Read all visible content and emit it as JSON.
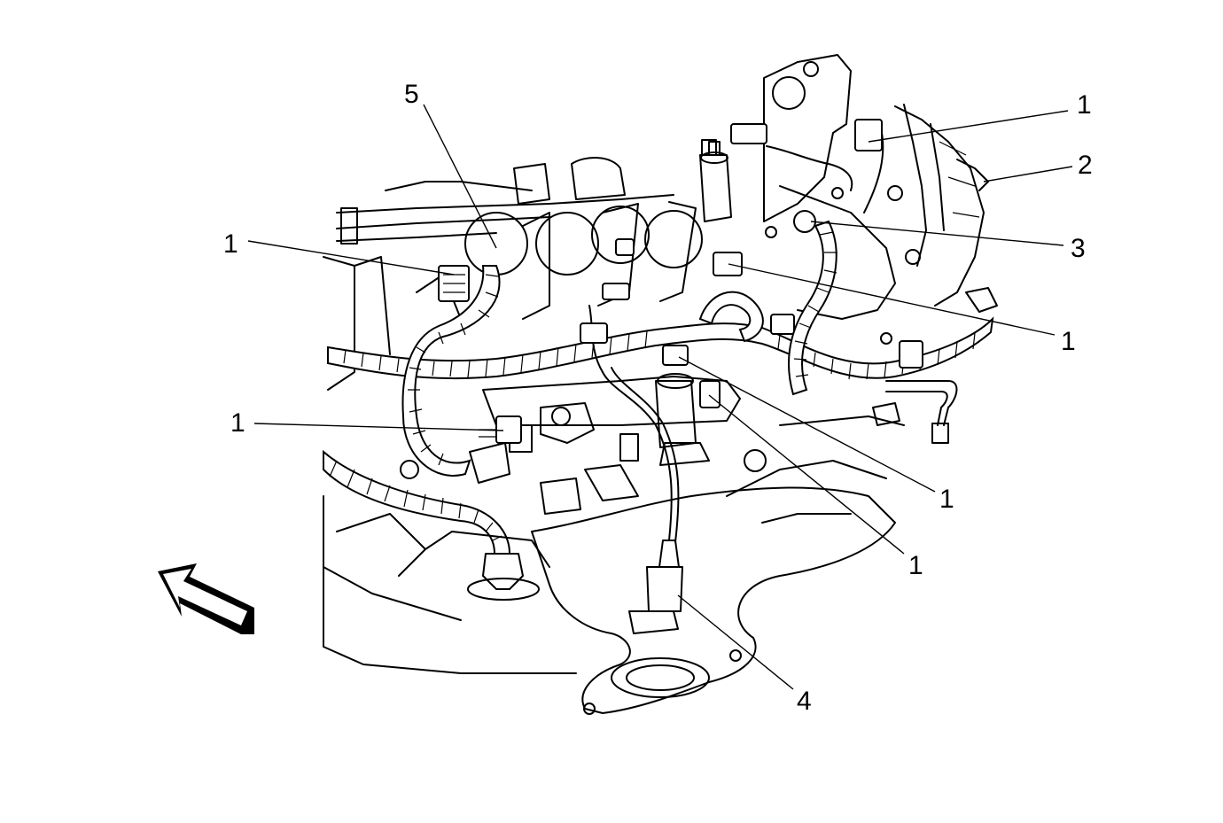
{
  "callouts": [
    {
      "id": "c1-top-right",
      "text": "1"
    },
    {
      "id": "c2",
      "text": "2"
    },
    {
      "id": "c3",
      "text": "3"
    },
    {
      "id": "c1-right-mid",
      "text": "1"
    },
    {
      "id": "c5",
      "text": "5"
    },
    {
      "id": "c1-left-upper",
      "text": "1"
    },
    {
      "id": "c1-left-lower",
      "text": "1"
    },
    {
      "id": "c1-lower-right-a",
      "text": "1"
    },
    {
      "id": "c1-lower-right-b",
      "text": "1"
    },
    {
      "id": "c4",
      "text": "4"
    }
  ],
  "icons": {
    "direction_arrow": "front-direction-arrow-icon"
  },
  "colors": {
    "line": "#000000",
    "background": "#ffffff"
  }
}
